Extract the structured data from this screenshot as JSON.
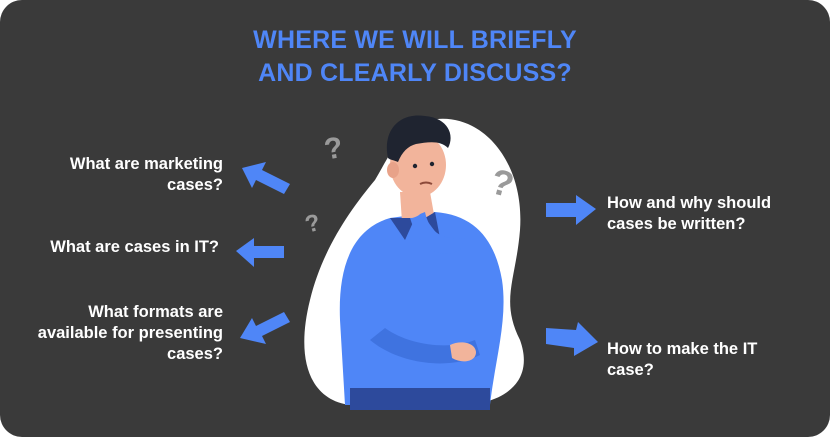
{
  "title": {
    "line1": "WHERE WE WILL BRIEFLY",
    "line2": "AND CLEARLY DISCUSS?"
  },
  "questions_left": [
    {
      "line1": "What are marketing",
      "line2": "cases?"
    },
    {
      "line1": "What are cases in IT?"
    },
    {
      "line1": "What formats are",
      "line2": "available for presenting",
      "line3": "cases?"
    }
  ],
  "questions_right": [
    {
      "line1": "How and why should",
      "line2": "cases be written?"
    },
    {
      "line1": "How to make the IT",
      "line2": "case?"
    }
  ],
  "colors": {
    "background": "#3a3a3a",
    "accent": "#4f86f7",
    "text": "#ffffff",
    "blob": "#ffffff",
    "question_mark": "#9a9a9a"
  },
  "icons": [
    "arrow-icon",
    "question-mark-icon",
    "thinking-man-illustration"
  ]
}
